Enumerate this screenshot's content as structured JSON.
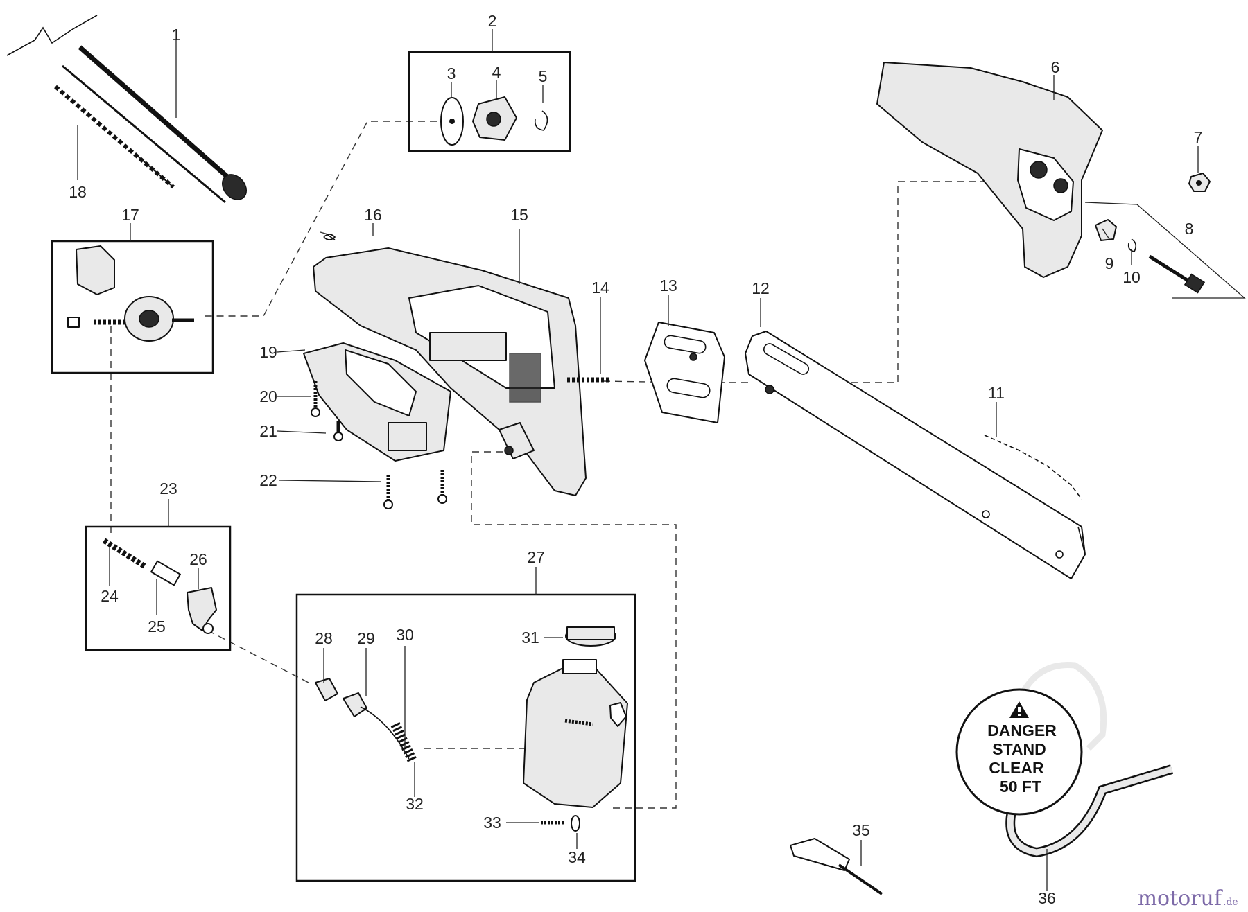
{
  "labels": {
    "n1": "1",
    "n2": "2",
    "n3": "3",
    "n4": "4",
    "n5": "5",
    "n6": "6",
    "n7": "7",
    "n8": "8",
    "n9": "9",
    "n10": "10",
    "n11": "11",
    "n12": "12",
    "n13": "13",
    "n14": "14",
    "n15": "15",
    "n16": "16",
    "n17": "17",
    "n18": "18",
    "n19": "19",
    "n20": "20",
    "n21": "21",
    "n22": "22",
    "n23": "23",
    "n24": "24",
    "n25": "25",
    "n26": "26",
    "n27": "27",
    "n28": "28",
    "n29": "29",
    "n30": "30",
    "n31": "31",
    "n32": "32",
    "n33": "33",
    "n34": "34",
    "n35": "35",
    "n36": "36"
  },
  "warning_decal": {
    "line1": "DANGER",
    "line2": "STAND",
    "line3": "CLEAR",
    "line4": "50 FT"
  },
  "watermark": {
    "name": "motoruf",
    "suffix": ".de"
  },
  "colors": {
    "line": "#111111",
    "watermark": "#7d6aa8"
  }
}
